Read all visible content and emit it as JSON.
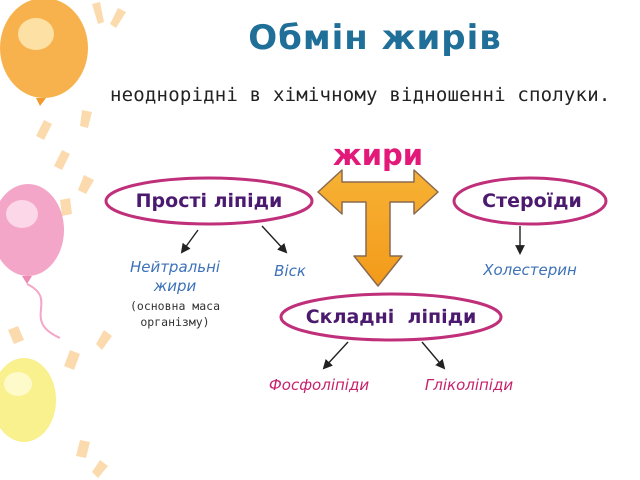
{
  "title": "Обмін жирів",
  "subtitle": "неоднорідні в хімічному відношенні сполуки.",
  "center": "жири",
  "nodes": {
    "simple_lipids": "Прості ліпіди",
    "steroids": "Стероїди",
    "complex_lipids": "Складні  ліпіди"
  },
  "leaves": {
    "neutral_fats_line1": "Нейтральні",
    "neutral_fats_line2": "жири",
    "neutral_fats_note_line1": "(основна маса",
    "neutral_fats_note_line2": "організму)",
    "wax": "Віск",
    "cholesterol": "Холестерин",
    "phospholipids": "Фосфоліпіди",
    "glycolipids": "Гліколіпіди"
  },
  "colors": {
    "title": "#1f6f98",
    "center": "#e3197a",
    "ellipse_stroke": "#c0307a",
    "arrow_fill": "#f5a623",
    "arrow_stroke": "#8a6a50",
    "node_text": "#4b1a6e",
    "leaf_text": "#3d72b8",
    "pink_leaf": "#c7216c"
  }
}
